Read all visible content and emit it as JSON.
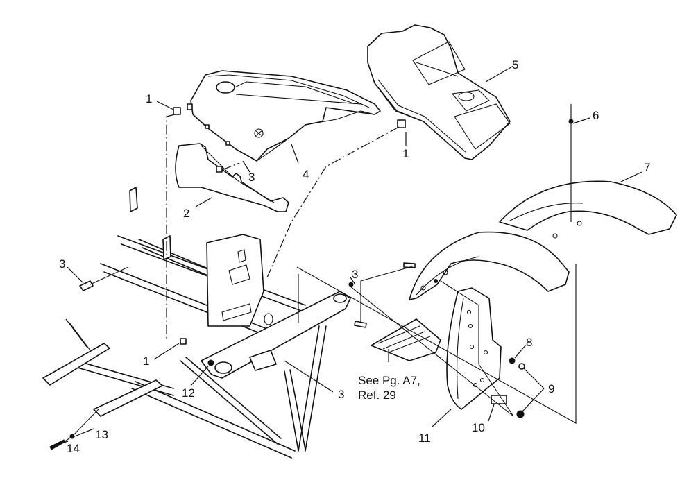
{
  "diagram": {
    "type": "exploded-parts-view",
    "subject": "ATV front body, cab, fenders, mud flaps and frame",
    "colors": {
      "line": "#111111",
      "background": "#ffffff"
    },
    "callouts": [
      {
        "id": "c1a",
        "label": "1",
        "part": "retainer clip"
      },
      {
        "id": "c1b",
        "label": "1",
        "part": "retainer clip"
      },
      {
        "id": "c1c",
        "label": "1",
        "part": "retainer clip"
      },
      {
        "id": "c1d",
        "label": "1",
        "part": "retainer clip"
      },
      {
        "id": "c2",
        "label": "2",
        "part": "inner panel"
      },
      {
        "id": "c3a",
        "label": "3",
        "part": "screw"
      },
      {
        "id": "c3b",
        "label": "3",
        "part": "screw"
      },
      {
        "id": "c3c",
        "label": "3",
        "part": "screw"
      },
      {
        "id": "c3d",
        "label": "3",
        "part": "screw"
      },
      {
        "id": "c4",
        "label": "4",
        "part": "front cab"
      },
      {
        "id": "c5",
        "label": "5",
        "part": "rear cab / console"
      },
      {
        "id": "c6",
        "label": "6",
        "part": "push rivet"
      },
      {
        "id": "c7",
        "label": "7",
        "part": "fender"
      },
      {
        "id": "c8",
        "label": "8",
        "part": "nut"
      },
      {
        "id": "c9",
        "label": "9",
        "part": "nut"
      },
      {
        "id": "c10",
        "label": "10",
        "part": "bracket"
      },
      {
        "id": "c11",
        "label": "11",
        "part": "mud flap"
      },
      {
        "id": "c12",
        "label": "12",
        "part": "fastener"
      },
      {
        "id": "c13",
        "label": "13",
        "part": "washer"
      },
      {
        "id": "c14",
        "label": "14",
        "part": "bolt"
      }
    ],
    "reference_note": {
      "line1": "See Pg. A7,",
      "line2": "Ref. 29"
    }
  }
}
